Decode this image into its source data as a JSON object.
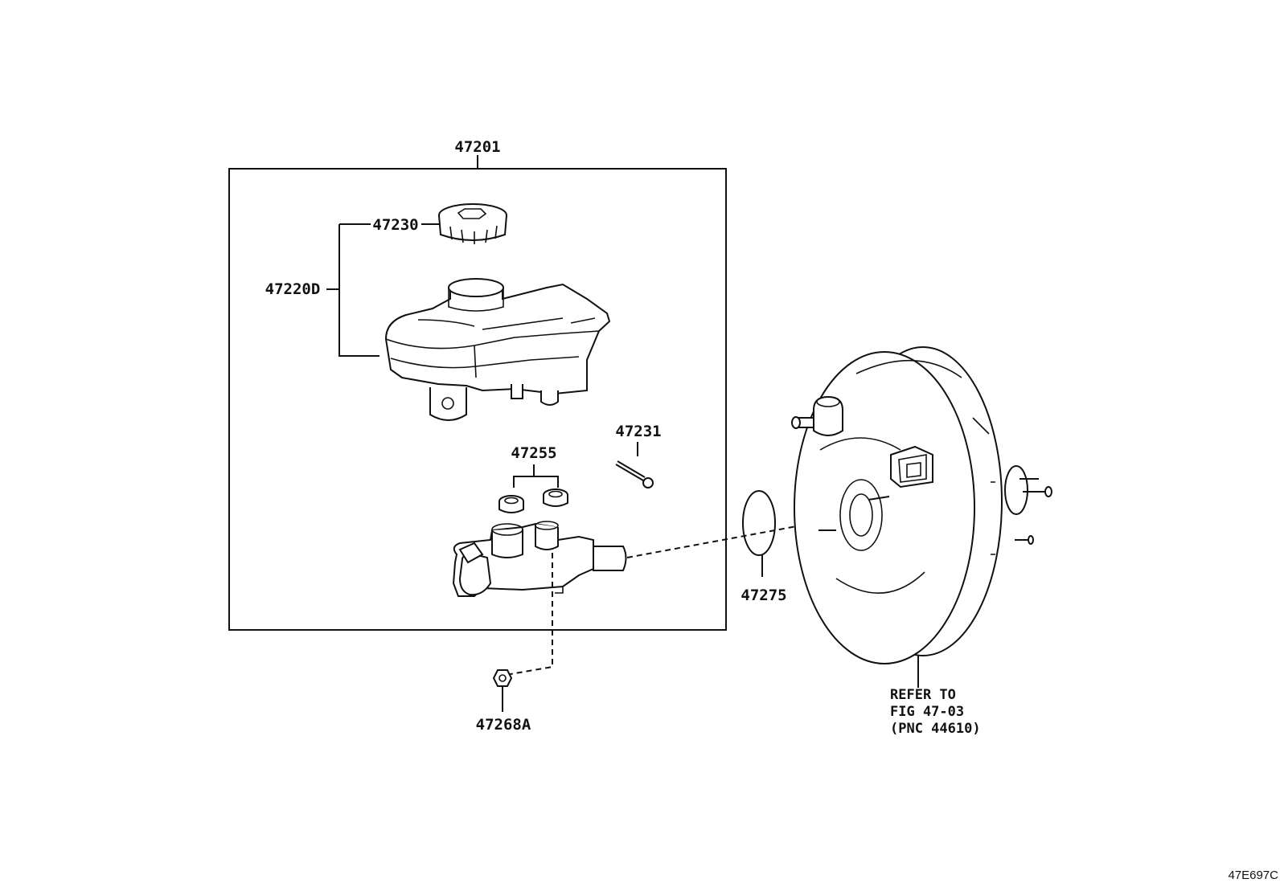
{
  "labels": {
    "assembly": "47201",
    "cap": "47230",
    "reservoir": "47220D",
    "pin": "47231",
    "grommets": "47255",
    "oring": "47275",
    "nut": "47268A"
  },
  "reference": {
    "line1": "REFER TO",
    "line2": "FIG 47-03",
    "line3": "(PNC 44610)"
  },
  "figure_id": "47E697C"
}
